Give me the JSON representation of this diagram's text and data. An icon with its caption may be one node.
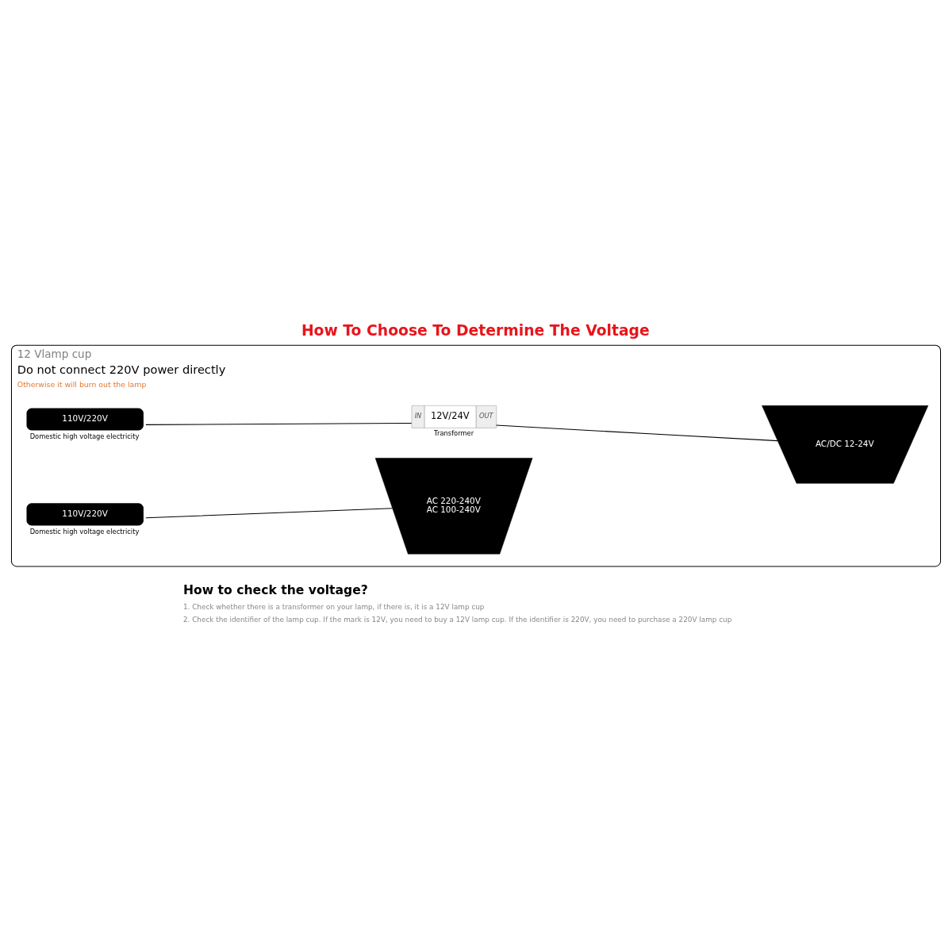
{
  "diagram": {
    "title": "How To Choose To Determine The Voltage",
    "nodes": [
      {
        "text": [
          "12 Vlamp cup",
          "Do not connect 220V power directly",
          "Otherwise it will burn out the lamp"
        ]
      },
      {
        "text": [
          "110V/220V"
        ],
        "beside": [
          "Domestic high voltage electricity"
        ],
        "in": 0
      },
      {
        "text": [
          "IN",
          "12V/24V",
          "OUT"
        ],
        "beside": [
          "Transformer"
        ],
        "in": 0
      },
      {
        "text": [
          "AC/DC 12-24V"
        ],
        "in": 0
      },
      {
        "text": [
          "AC 220-240V",
          "AC 100-240V"
        ],
        "in": 0
      },
      {
        "text": [
          "110V/220V"
        ],
        "beside": [
          "Domestic high voltage electricity"
        ],
        "in": 0
      }
    ],
    "edges": [
      {
        "from": 1,
        "to": 2,
        "arrow": "none"
      },
      {
        "from": 2,
        "to": 3,
        "arrow": "none"
      },
      {
        "from": 5,
        "to": 4,
        "arrow": "none"
      }
    ],
    "labels": [
      "How to check the voltage?",
      "1. Check whether there is a transformer on your lamp, if there is, it is a 12V lamp cup",
      "2. Check the identifier of the lamp cup. If the mark is 12V, you need to buy a 12V lamp cup. If the identifier is 220V, you need to purchase a 220V lamp cup"
    ]
  }
}
